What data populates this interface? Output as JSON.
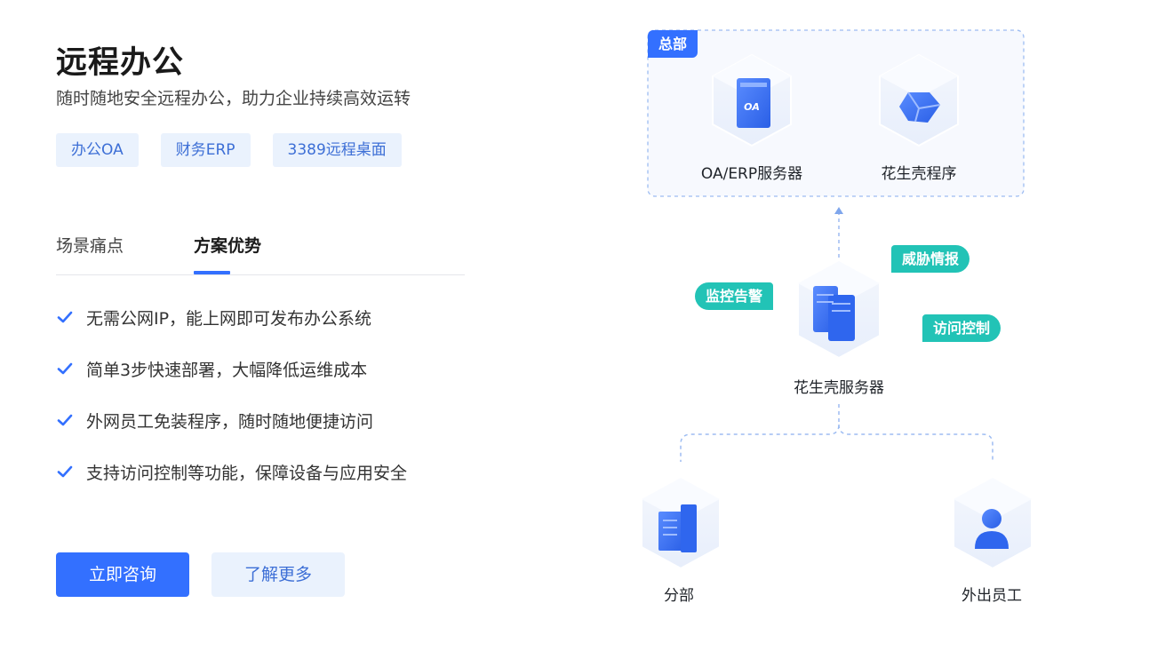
{
  "left": {
    "title": "远程办公",
    "subtitle": "随时随地安全远程办公，助力企业持续高效运转",
    "tags": [
      "办公OA",
      "财务ERP",
      "3389远程桌面"
    ],
    "tabs": [
      "场景痛点",
      "方案优势"
    ],
    "features": [
      "无需公网IP，能上网即可发布办公系统",
      "简单3步快速部署，大幅降低运维成本",
      "外网员工免装程序，随时随地便捷访问",
      "支持访问控制等功能，保障设备与应用安全"
    ],
    "primary_button": "立即咨询",
    "secondary_button": "了解更多"
  },
  "diagram": {
    "hq_label": "总部",
    "hq_nodes": [
      "OA/ERP服务器",
      "花生壳程序"
    ],
    "server_label": "花生壳服务器",
    "badges": [
      "监控告警",
      "威胁情报",
      "访问控制"
    ],
    "bottom_nodes": [
      "分部",
      "外出员工"
    ]
  },
  "colors": {
    "accent": "#3370ff",
    "teal": "#22c3b6",
    "tag_bg": "#eaf2fd"
  }
}
